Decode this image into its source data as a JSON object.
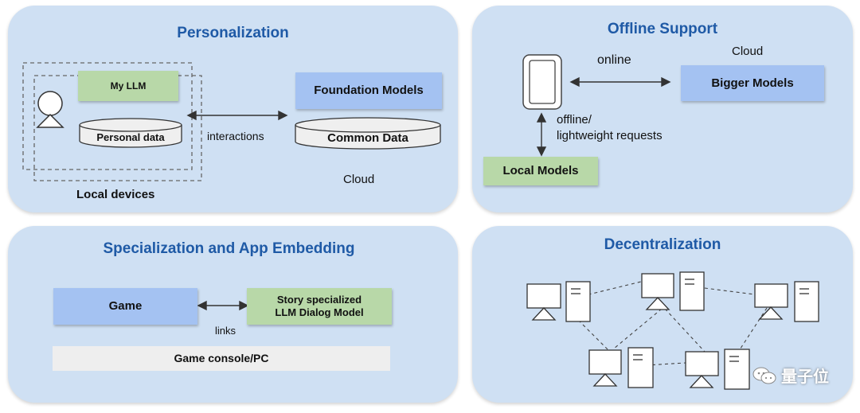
{
  "personalization": {
    "title": "Personalization",
    "my_llm": "My LLM",
    "personal_data": "Personal data",
    "interactions": "interactions",
    "foundation_models": "Foundation Models",
    "common_data": "Common Data",
    "cloud": "Cloud",
    "local_devices": "Local devices"
  },
  "offline": {
    "title": "Offline Support",
    "online": "online",
    "cloud": "Cloud",
    "bigger_models": "Bigger Models",
    "offline_line1": "offline/",
    "offline_line2": "lightweight requests",
    "local_models": "Local Models"
  },
  "specialization": {
    "title": "Specialization and App Embedding",
    "game": "Game",
    "links": "links",
    "story_line1": "Story specialized",
    "story_line2": "LLM Dialog Model",
    "console": "Game console/PC"
  },
  "decentralization": {
    "title": "Decentralization"
  },
  "watermark": {
    "text": "量子位"
  },
  "colors": {
    "panel": "#cfe0f3",
    "title": "#1f5aa6",
    "green_box": "#b8d8a8",
    "blue_box": "#a4c2f2",
    "gray_box": "#eeeeee"
  }
}
